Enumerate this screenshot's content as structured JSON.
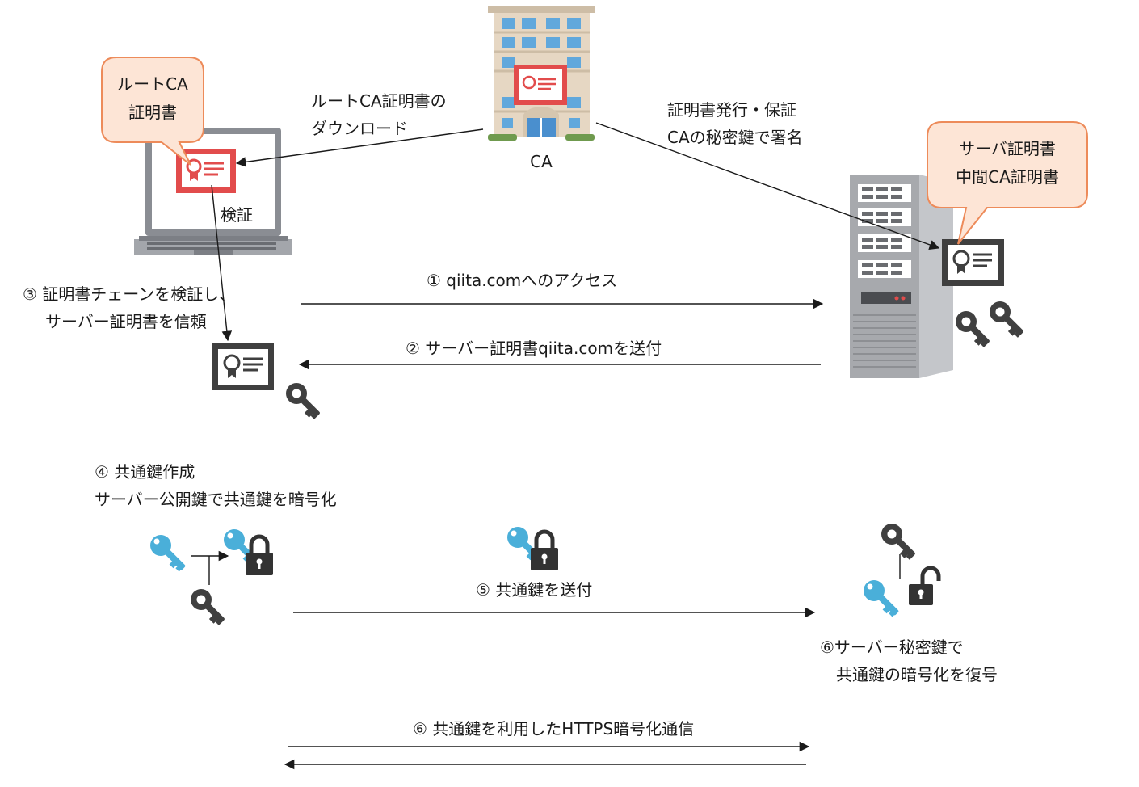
{
  "bubbles": {
    "root_ca": [
      "ルートCA",
      "証明書"
    ],
    "server_cert": [
      "サーバ証明書",
      "中間CA証明書"
    ]
  },
  "labels": {
    "ca": "CA",
    "root_download": [
      "ルートCA証明書の",
      "ダウンロード"
    ],
    "issue": [
      "証明書発行・保証",
      "CAの秘密鍵で署名"
    ],
    "verify": "検証",
    "step3": [
      "③ 証明書チェーンを検証し、",
      "サーバー証明書を信頼"
    ],
    "step1": "① qiita.comへのアクセス",
    "step2": "② サーバー証明書qiita.comを送付",
    "step4": [
      "④ 共通鍵作成",
      "サーバー公開鍵で共通鍵を暗号化"
    ],
    "step5": "⑤ 共通鍵を送付",
    "step6_decrypt": [
      "⑥サーバー秘密鍵で",
      "共通鍵の暗号化を復号"
    ],
    "step6": "⑥ 共通鍵を利用したHTTPS暗号化通信"
  },
  "colors": {
    "cert_red": "#e24c4c",
    "cert_dark": "#3f3f3f",
    "key_dark": "#404040",
    "key_blue": "#4aafd9",
    "bubble_fill": "#fde5d6",
    "bubble_stroke": "#ed8b5a",
    "building": "#e6d7c3",
    "window": "#61a8dc",
    "laptop": "#8a8d93",
    "server": "#a7a9ad"
  }
}
